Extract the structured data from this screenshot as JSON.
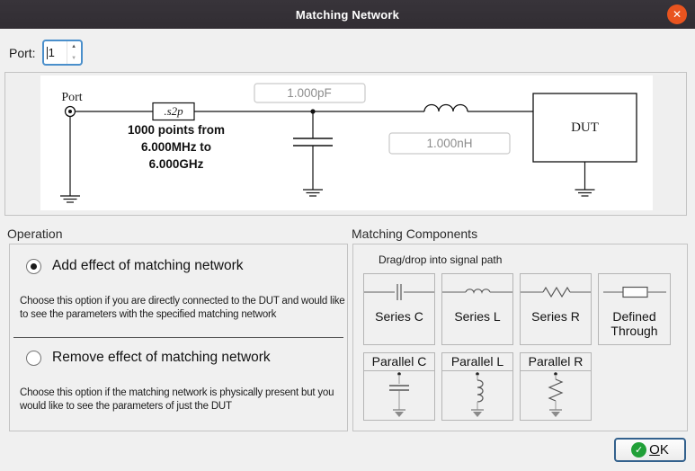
{
  "window": {
    "title": "Matching Network"
  },
  "icons": {
    "close": "✕",
    "check": "✓",
    "spin_up": "▲",
    "spin_down": "▼"
  },
  "port": {
    "label": "Port:",
    "value": "1"
  },
  "circuit": {
    "port_label": "Port",
    "s2p_label": ".s2p",
    "points_line1": "1000 points from",
    "points_line2": "6.000MHz to",
    "points_line3": "6.000GHz",
    "cap_value": "1.000pF",
    "ind_value": "1.000nH",
    "dut_label": "DUT"
  },
  "operation": {
    "heading": "Operation",
    "options": [
      {
        "label": "Add effect of matching network",
        "selected": true,
        "description": "Choose this option if you are directly connected to the DUT and would like to see the parameters with the specified matching network"
      },
      {
        "label": "Remove effect of matching network",
        "selected": false,
        "description": "Choose this option if the matching network is physically present but you would like to see the parameters of just the DUT"
      }
    ]
  },
  "components": {
    "heading": "Matching Components",
    "hint": "Drag/drop into signal path",
    "series": [
      {
        "label": "Series C"
      },
      {
        "label": "Series L"
      },
      {
        "label": "Series R"
      },
      {
        "label": "Defined Through"
      }
    ],
    "parallel": [
      {
        "label": "Parallel C"
      },
      {
        "label": "Parallel L"
      },
      {
        "label": "Parallel R"
      }
    ]
  },
  "footer": {
    "ok_label": "OK"
  },
  "colors": {
    "titlebar": "#332f35",
    "close_button": "#e9541f",
    "focus_border": "#4a8fcb",
    "ok_border": "#33618d",
    "ok_check_green": "#21a038",
    "panel_border": "#c3c3c3",
    "background": "#f0f0f0"
  }
}
